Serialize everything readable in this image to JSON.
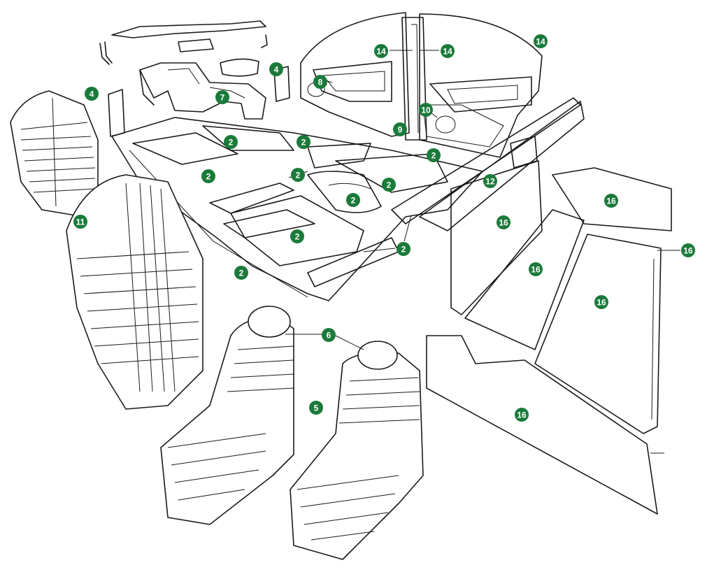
{
  "colors": {
    "badge": "#1a7a3a",
    "badge_text": "#ffffff",
    "line": "#1a1a1a",
    "background": "#ffffff"
  },
  "callouts": [
    {
      "label": "2"
    },
    {
      "label": "2"
    },
    {
      "label": "2"
    },
    {
      "label": "2"
    },
    {
      "label": "2"
    },
    {
      "label": "2"
    },
    {
      "label": "2"
    },
    {
      "label": "2"
    },
    {
      "label": "2"
    },
    {
      "label": "2"
    },
    {
      "label": "4"
    },
    {
      "label": "4"
    },
    {
      "label": "5"
    },
    {
      "label": "6"
    },
    {
      "label": "7"
    },
    {
      "label": "8"
    },
    {
      "label": "9"
    },
    {
      "label": "10"
    },
    {
      "label": "11"
    },
    {
      "label": "12"
    },
    {
      "label": "14"
    },
    {
      "label": "14"
    },
    {
      "label": "14"
    },
    {
      "label": "16"
    },
    {
      "label": "16"
    },
    {
      "label": "16"
    },
    {
      "label": "16"
    },
    {
      "label": "16"
    },
    {
      "label": "16"
    }
  ]
}
